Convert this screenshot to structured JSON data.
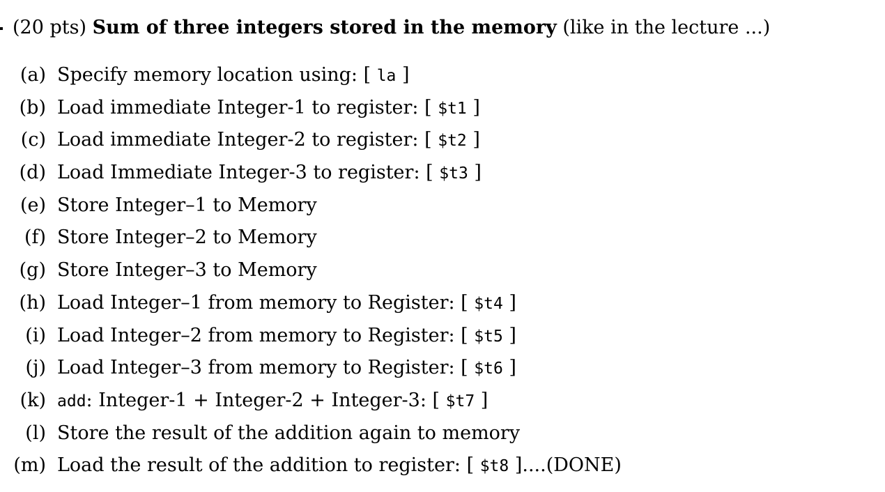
{
  "header": {
    "points": "(20 pts)",
    "title": "Sum of three integers stored in the memory",
    "note": "(like in the lecture ...)"
  },
  "items": [
    {
      "marker": "(a)",
      "text": "Specify memory location using:",
      "code": "la",
      "suffix": ""
    },
    {
      "marker": "(b)",
      "text": "Load immediate Integer-1 to register:",
      "code": "$t1",
      "suffix": ""
    },
    {
      "marker": "(c)",
      "text": "Load immediate Integer-2 to register:",
      "code": "$t2",
      "suffix": ""
    },
    {
      "marker": "(d)",
      "text": "Load Immediate Integer-3 to register:",
      "code": "$t3",
      "suffix": ""
    },
    {
      "marker": "(e)",
      "text": "Store Integer–1 to Memory"
    },
    {
      "marker": "(f)",
      "text": "Store Integer–2 to Memory"
    },
    {
      "marker": "(g)",
      "text": "Store Integer–3 to Memory"
    },
    {
      "marker": "(h)",
      "text": "Load Integer–1 from memory to Register:",
      "code": "$t4",
      "suffix": ""
    },
    {
      "marker": "(i)",
      "text": "Load Integer–2 from memory to Register:",
      "code": "$t5",
      "suffix": ""
    },
    {
      "marker": "(j)",
      "text": "Load Integer–3 from memory to Register:",
      "code": "$t6",
      "suffix": ""
    },
    {
      "marker": "(k)",
      "prefix_code": "add",
      "text": ": Integer-1 + Integer-2 + Integer-3:",
      "code": "$t7",
      "suffix": ""
    },
    {
      "marker": "(l)",
      "text": "Store the result of the addition again to memory"
    },
    {
      "marker": "(m)",
      "text": "Load the result of the addition to register:",
      "code": "$t8",
      "suffix": "....(DONE)"
    }
  ]
}
